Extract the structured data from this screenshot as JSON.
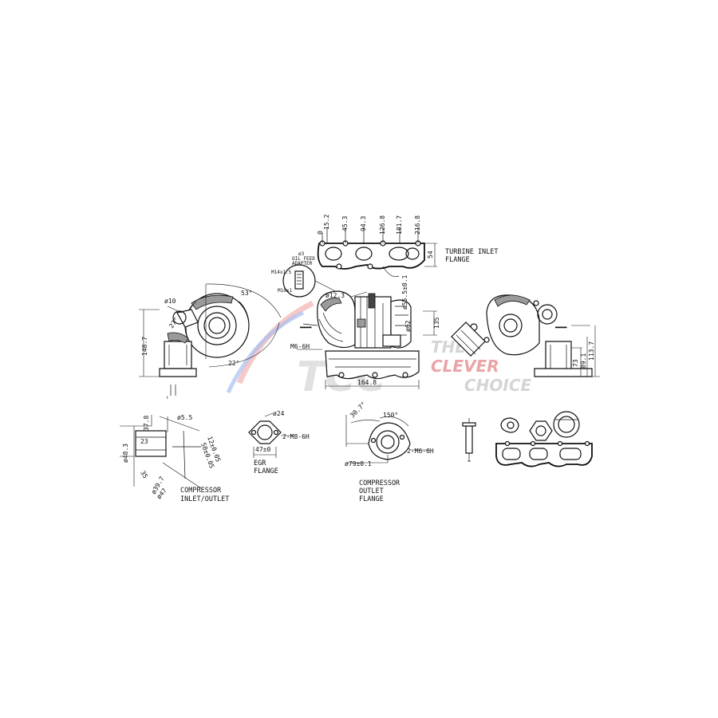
{
  "drawing": {
    "turbine_inlet_flange": {
      "label_line1": "TURBINE INLET",
      "label_line2": "FLANGE",
      "dims": [
        "0",
        "15.2",
        "45.3",
        "94.3",
        "126.8",
        "181.7",
        "216.8"
      ],
      "height": "54"
    },
    "oil_feed": {
      "label_line1": "ø3",
      "label_line2": "OIL FEED",
      "label_line3": "ADAPTER",
      "thread_1": "M14x1.5",
      "thread_2": "M10x1"
    },
    "center_view": {
      "d_12_3": "ø12.3",
      "d_55_5": "ø55.5±0.1",
      "d_62": "ø62",
      "thread": "M6-6H",
      "width": "164.8",
      "side_dim": "135"
    },
    "left_view": {
      "d_10": "ø10",
      "angle_53": "53°",
      "angle_22": "22°",
      "angle_27": "27°",
      "height": "148.7"
    },
    "right_view": {
      "h1": "73",
      "h2": "89.1",
      "h3": "113.7"
    },
    "compressor_inlet_outlet": {
      "label_line1": "COMPRESSOR",
      "label_line2": "INLET/OUTLET",
      "d1": "37.8",
      "d2": "23",
      "d3": "ø48.3",
      "d4": "ø39.7",
      "d5": "ø47",
      "d6": "12±0.05",
      "d7": "50±0.05",
      "d8": "ø5.5",
      "d9": "35"
    },
    "egr_flange": {
      "label_line1": "EGR",
      "label_line2": "FLANGE",
      "d1": "ø24",
      "d2": "47±0",
      "thread": "2-M8-6H"
    },
    "compressor_outlet_flange": {
      "label_line1": "COMPRESSOR",
      "label_line2": "OUTLET",
      "label_line3": "FLANGE",
      "angle": "30.7°",
      "angle2": "150°",
      "d1": "ø79±0.1",
      "thread": "2-M6-6H"
    }
  },
  "watermark": {
    "logo_text": "TCC",
    "line1": "THE",
    "line2": "CLEVER",
    "line3": "CHOICE",
    "accent_red": "#e3868a",
    "accent_blue": "#3f6bd6"
  }
}
